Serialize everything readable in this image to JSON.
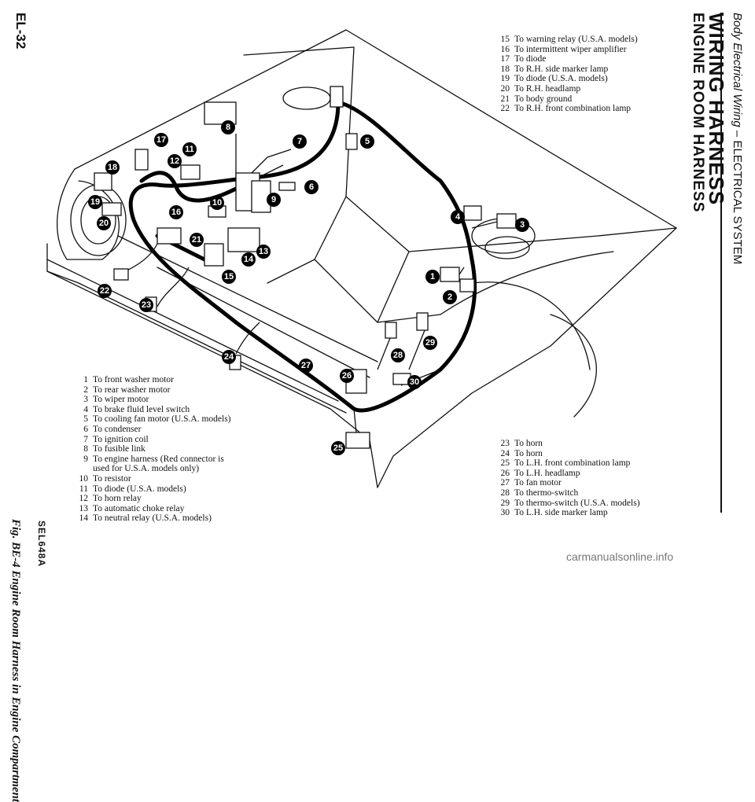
{
  "page_number": "EL-32",
  "section": "Body Electrical Wiring",
  "section_separator": " – ",
  "section_system": "ELECTRICAL SYSTEM",
  "heading": "WIRING HARNESS",
  "subheading": "ENGINE ROOM HARNESS",
  "figure_caption": "Fig. BE-4 Engine Room Harness in Engine Compartment",
  "figure_code": "SEL648A",
  "legend_a": [
    {
      "n": "15",
      "text": "To warning relay (U.S.A. models)"
    },
    {
      "n": "16",
      "text": "To intermittent wiper amplifier"
    },
    {
      "n": "17",
      "text": "To diode"
    },
    {
      "n": "18",
      "text": "To R.H. side marker lamp"
    },
    {
      "n": "19",
      "text": "To diode (U.S.A. models)"
    },
    {
      "n": "20",
      "text": "To R.H. headlamp"
    },
    {
      "n": "21",
      "text": "To body ground"
    },
    {
      "n": "22",
      "text": "To R.H. front combination lamp"
    }
  ],
  "legend_b": [
    {
      "n": "1",
      "text": "To front washer motor"
    },
    {
      "n": "2",
      "text": "To rear washer motor"
    },
    {
      "n": "3",
      "text": "To wiper motor"
    },
    {
      "n": "4",
      "text": "To brake fluid level switch"
    },
    {
      "n": "5",
      "text": "To cooling fan motor (U.S.A. models)"
    },
    {
      "n": "6",
      "text": "To condenser"
    },
    {
      "n": "7",
      "text": "To ignition coil"
    },
    {
      "n": "8",
      "text": "To fusible link"
    },
    {
      "n": "9",
      "text": "To engine harness (Red connector is",
      "cont": "used for U.S.A. models only)"
    },
    {
      "n": "10",
      "text": "To resistor"
    },
    {
      "n": "11",
      "text": "To diode (U.S.A. models)"
    },
    {
      "n": "12",
      "text": "To horn relay"
    },
    {
      "n": "13",
      "text": "To automatic choke relay"
    },
    {
      "n": "14",
      "text": "To neutral relay (U.S.A. models)"
    }
  ],
  "legend_c": [
    {
      "n": "23",
      "text": "To horn"
    },
    {
      "n": "24",
      "text": "To horn"
    },
    {
      "n": "25",
      "text": "To L.H. front combination lamp"
    },
    {
      "n": "26",
      "text": "To L.H. headlamp"
    },
    {
      "n": "27",
      "text": "To fan motor"
    },
    {
      "n": "28",
      "text": "To thermo-switch"
    },
    {
      "n": "29",
      "text": "To thermo-switch (U.S.A. models)"
    },
    {
      "n": "30",
      "text": "To L.H. side marker lamp"
    }
  ],
  "callouts": [
    "1",
    "2",
    "3",
    "4",
    "5",
    "6",
    "7",
    "8",
    "9",
    "10",
    "11",
    "12",
    "13",
    "14",
    "15",
    "16",
    "17",
    "18",
    "19",
    "20",
    "21",
    "22",
    "23",
    "24",
    "25",
    "26",
    "27",
    "28",
    "29",
    "30"
  ],
  "watermark": "carmanualsonline.info"
}
